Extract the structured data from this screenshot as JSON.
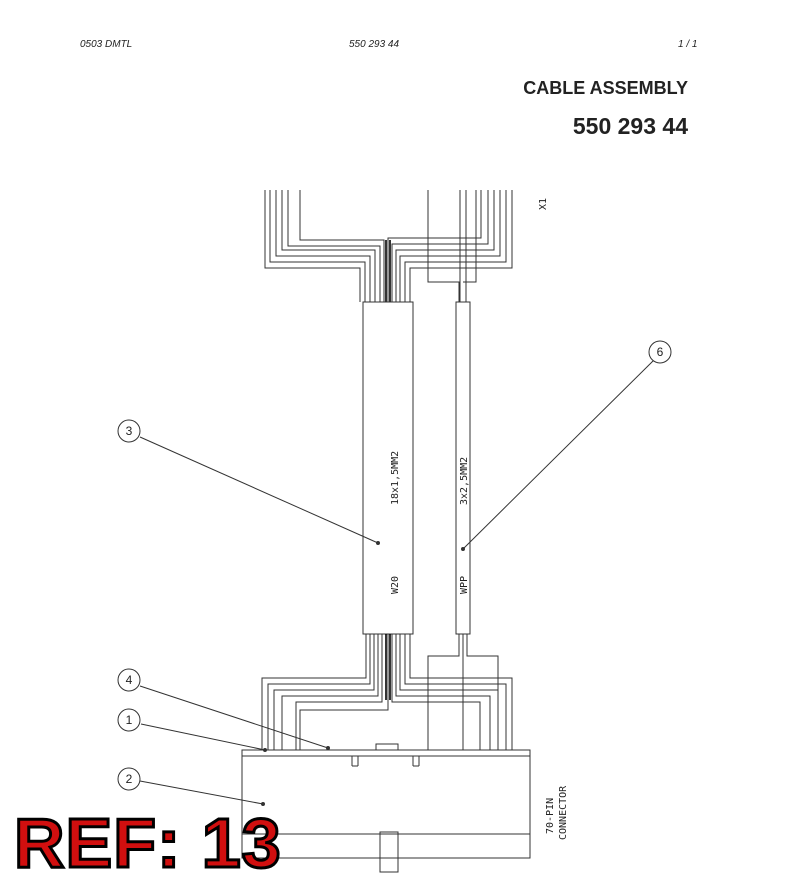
{
  "header": {
    "left": "0503 DMTL",
    "center": "550 293 44",
    "page": "1 /   1"
  },
  "title": {
    "main": "CABLE ASSEMBLY",
    "number": "550 293 44"
  },
  "drawing": {
    "connector_x1": "X1",
    "cable_w20": {
      "id": "W20",
      "spec": "18x1,5MM2"
    },
    "cable_wpp": {
      "id": "WPP",
      "spec": "3x2,5MM2"
    },
    "connector_label": [
      "70-PIN",
      "CONNECTOR"
    ],
    "callouts": [
      "1",
      "2",
      "3",
      "4",
      "6"
    ]
  },
  "stamp": "REF: 13"
}
